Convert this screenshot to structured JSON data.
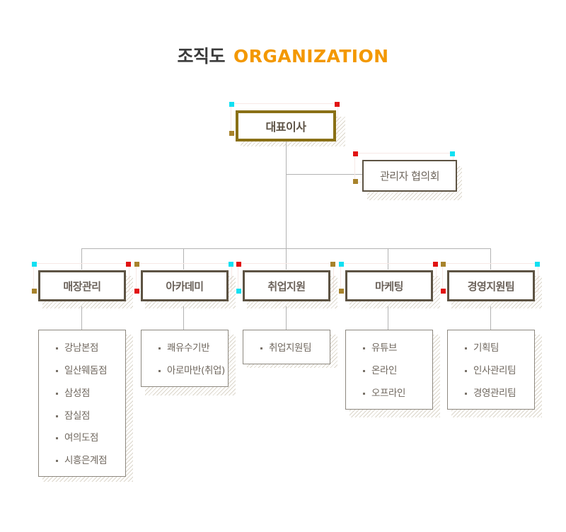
{
  "title": {
    "korean": "조직도",
    "english": "ORGANIZATION",
    "english_color": "#f39800"
  },
  "chart_type": "organization-chart",
  "nodes": {
    "ceo": {
      "label": "대표이사",
      "markers": {
        "top_left": "cyan",
        "top_right": "red",
        "bottom_left": "olive"
      }
    },
    "council": {
      "label": "관리자 협의회",
      "markers": {
        "top_left": "red",
        "top_right": "cyan",
        "bottom_left": "olive"
      }
    }
  },
  "departments": [
    {
      "label": "매장관리",
      "markers": {
        "top_left": "cyan",
        "top_right": "red",
        "bottom_left": "olive"
      },
      "children": [
        "강남본점",
        "일산웨돔점",
        "삼성점",
        "잠실점",
        "여의도점",
        "시흥은계점"
      ]
    },
    {
      "label": "아카데미",
      "markers": {
        "top_left": "olive",
        "top_right": "cyan",
        "bottom_left": "red"
      },
      "children": [
        "쾌유수기반",
        "아로마반(취업)"
      ]
    },
    {
      "label": "취업지원",
      "markers": {
        "top_left": "red",
        "top_right": "olive",
        "bottom_left": "cyan"
      },
      "children": [
        "취업지원팀"
      ]
    },
    {
      "label": "마케팅",
      "markers": {
        "top_left": "cyan",
        "top_right": "red",
        "bottom_left": "olive"
      },
      "children": [
        "유튜브",
        "온라인",
        "오프라인"
      ]
    },
    {
      "label": "경영지원팀",
      "markers": {
        "top_left": "olive",
        "top_right": "cyan",
        "bottom_left": "red"
      },
      "children": [
        "기획팀",
        "인사관리팀",
        "경영관리팀"
      ]
    }
  ],
  "colors": {
    "accent_orange": "#f39800",
    "marker_cyan": "#12e0f2",
    "marker_red": "#e11212",
    "marker_olive": "#a8832c",
    "ceo_border": "#8a7016",
    "node_border": "#5d5343",
    "connector": "#b3b3b3",
    "text": "#6f675e"
  }
}
